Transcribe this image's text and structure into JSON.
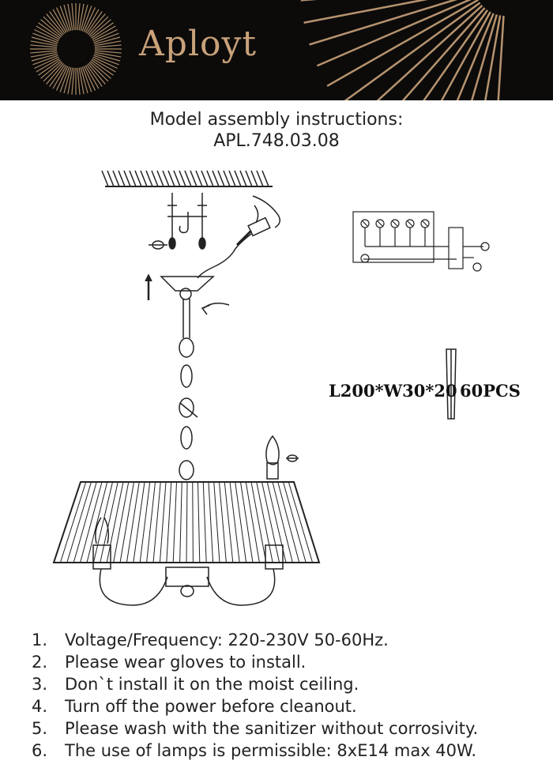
{
  "brand": {
    "name": "Aployt"
  },
  "document": {
    "title_line1": "Model assembly instructions:",
    "title_line2": "APL.748.03.08"
  },
  "crystal_spec": {
    "dimensions": "L200*W30*20",
    "quantity": "60PCS"
  },
  "steps": [
    {
      "num": "1.",
      "text": "Voltage/Frequency: 220-230V 50-60Hz."
    },
    {
      "num": "2.",
      "text": "Please wear gloves to install."
    },
    {
      "num": "3.",
      "text": "Don`t install it on the moist ceiling."
    },
    {
      "num": "4.",
      "text": "Turn off the power before cleanout."
    },
    {
      "num": "5.",
      "text": "Please wash with the sanitizer without corrosivity."
    },
    {
      "num": "6.",
      "text": "The use of lamps is permissible: 8xE14 max 40W."
    }
  ],
  "colors": {
    "header_bg": "#0c0b0a",
    "brand_gold": "#c9a27a",
    "ink": "#222222"
  }
}
